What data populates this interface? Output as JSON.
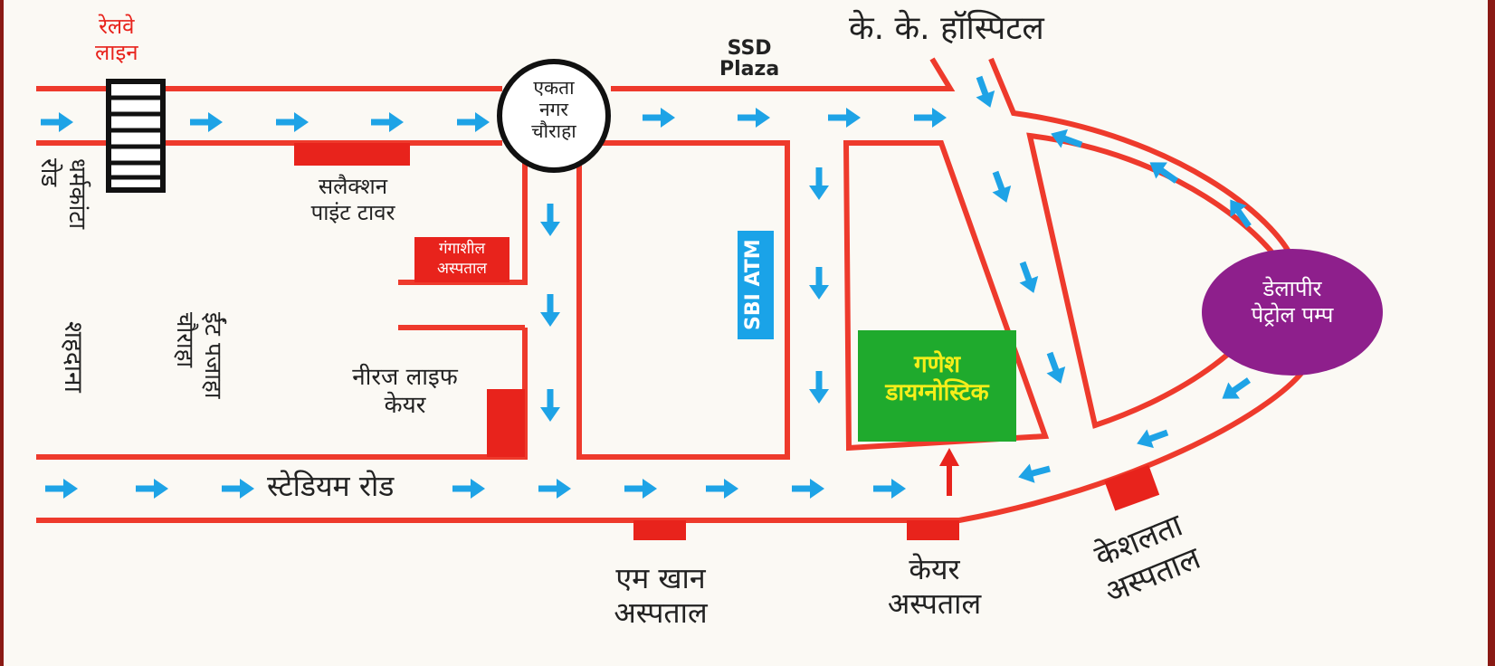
{
  "colors": {
    "road": "#ee3a2c",
    "arrow": "#1ea3e6",
    "landmark": "#e8231c",
    "atm": "#1aa3e8",
    "highlight": "#1faa2d",
    "highlight_text": "#f5ee1a",
    "petrol": "#8e1f8c"
  },
  "labels": {
    "railway": "रेलवे\nलाइन",
    "dharamkanta": "धर्मकांटा\nरोड",
    "ekta_nagar": "एकता\nनगर\nचौराहा",
    "ssd_plaza": "SSD\nPlaza",
    "kk_hospital": "के. के. हॉस्पिटल",
    "selection_point": "सलैक्शन\nपाइंट टावर",
    "gangasheel": "गंगाशील\nअस्पताल",
    "sbi_atm": "SBI ATM",
    "shahdana": "शहदाना",
    "eent_pajaha": "ईंट पजाहा\nचौराहा",
    "neeraj": "नीरज लाइफ\nकेयर",
    "ganesh": "गणेश\nडायग्नोस्टिक",
    "delapeer": "डेलापीर\nपेट्रोल पम्प",
    "stadium_road": "स्टेडियम रोड",
    "m_khan": "एम खान\nअस्पताल",
    "care": "केयर\nअस्पताल",
    "keshlata": "केशलता\nअस्पताल"
  }
}
